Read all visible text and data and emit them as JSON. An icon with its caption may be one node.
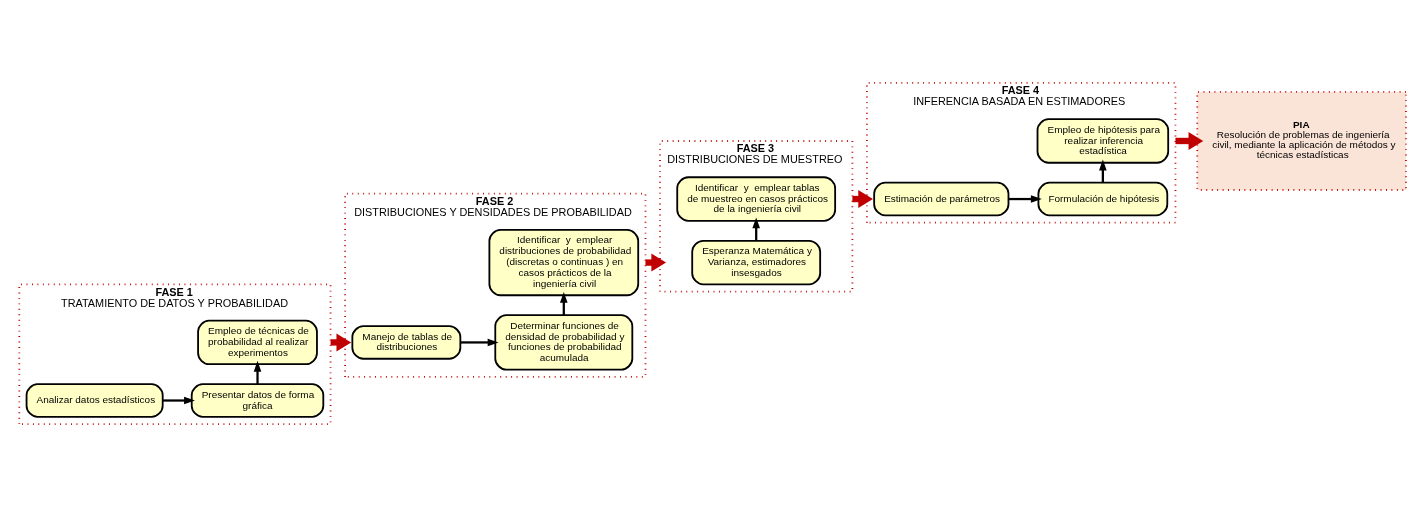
{
  "diagram": {
    "nodes": [
      {
        "text": [
          "FASE 1",
          "TRATAMIENTO DE DATOS Y PROBABILIDAD"
        ]
      },
      {
        "text": [
          "Analizar datos estadísticos"
        ],
        "in": 0
      },
      {
        "text": [
          "Presentar datos de forma gráfica"
        ],
        "in": 0
      },
      {
        "text": [
          "Empleo de técnicas de probabilidad al realizar experimentos"
        ],
        "in": 0
      },
      {
        "text": [
          "FASE 2",
          "DISTRIBUCIONES Y DENSIDADES DE PROBABILIDAD"
        ]
      },
      {
        "text": [
          "Manejo de tablas de distribuciones"
        ],
        "in": 4
      },
      {
        "text": [
          "Determinar funciones de densidad de probabilidad y funciones de probabilidad acumulada"
        ],
        "in": 4
      },
      {
        "text": [
          "Identificar  y  emplear distribuciones de probabilidad (discretas o continuas ) en casos prácticos de la ingeniería civil"
        ],
        "in": 4
      },
      {
        "text": [
          "FASE 3",
          "DISTRIBUCIONES DE MUESTREO"
        ]
      },
      {
        "text": [
          "Esperanza Matemática y Varianza, estimadores insesgados"
        ],
        "in": 8
      },
      {
        "text": [
          "Identificar  y  emplear tablas de muestreo en casos prácticos de la ingeniería civil"
        ],
        "in": 8
      },
      {
        "text": [
          "FASE 4",
          "INFERENCIA BASADA EN ESTIMADORES"
        ]
      },
      {
        "text": [
          "Estimación de parámetros"
        ],
        "in": 11
      },
      {
        "text": [
          "Formulación de hipótesis"
        ],
        "in": 11
      },
      {
        "text": [
          "Empleo de hipótesis para realizar inferencia estadística"
        ],
        "in": 11
      },
      {
        "text": [
          "PIA",
          "Resolución de problemas de ingeniería civil, mediante la aplicación de métodos y técnicas estadísticas"
        ]
      }
    ],
    "edges": [
      {
        "from": 1,
        "to": 2,
        "arrow": "to"
      },
      {
        "from": 2,
        "to": 3,
        "arrow": "to"
      },
      {
        "from": 5,
        "to": 6,
        "arrow": "to"
      },
      {
        "from": 6,
        "to": 7,
        "arrow": "to"
      },
      {
        "from": 9,
        "to": 10,
        "arrow": "to"
      },
      {
        "from": 12,
        "to": 13,
        "arrow": "to"
      },
      {
        "from": 13,
        "to": 14,
        "arrow": "to"
      },
      {
        "from": 0,
        "to": 4,
        "arrow": "to",
        "style": "thick",
        "color": "#c00000"
      },
      {
        "from": 4,
        "to": 8,
        "arrow": "to",
        "style": "thick",
        "color": "#c00000"
      },
      {
        "from": 8,
        "to": 11,
        "arrow": "to",
        "style": "thick",
        "color": "#c00000"
      },
      {
        "from": 11,
        "to": 15,
        "arrow": "to",
        "style": "thick",
        "color": "#c00000"
      }
    ]
  }
}
